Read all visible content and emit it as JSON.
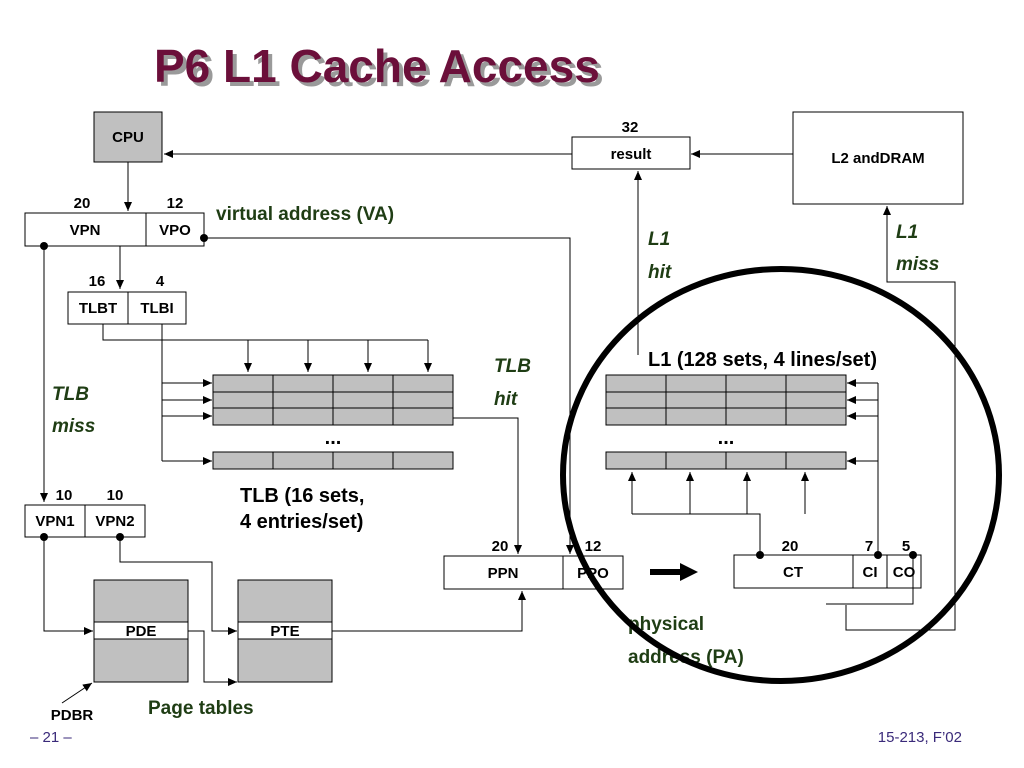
{
  "title": "P6 L1 Cache Access",
  "cpu": "CPU",
  "result": {
    "bits": "32",
    "label": "result"
  },
  "l2": "L2 andDRAM",
  "va": {
    "vpn_bits": "20",
    "vpo_bits": "12",
    "vpn": "VPN",
    "vpo": "VPO",
    "caption": "virtual address (VA)"
  },
  "tlb_index": {
    "tlbt_bits": "16",
    "tlbi_bits": "4",
    "tlbt": "TLBT",
    "tlbi": "TLBI"
  },
  "tlb_miss": [
    "TLB",
    "miss"
  ],
  "tlb_hit": [
    "TLB",
    "hit"
  ],
  "l1_hit": [
    "L1",
    "hit"
  ],
  "l1_miss": [
    "L1",
    "miss"
  ],
  "tlb_ellipsis": "...",
  "tlb_caption": [
    "TLB (16 sets,",
    "4 entries/set)"
  ],
  "vpn_split": {
    "vpn1_bits": "10",
    "vpn2_bits": "10",
    "vpn1": "VPN1",
    "vpn2": "VPN2"
  },
  "pa": {
    "ppn_bits": "20",
    "ppo_bits": "12",
    "ppn": "PPN",
    "ppo": "PPO"
  },
  "pa_fields": {
    "ct_bits": "20",
    "ci_bits": "7",
    "co_bits": "5",
    "ct": "CT",
    "ci": "CI",
    "co": "CO"
  },
  "l1_caption": "L1 (128 sets, 4 lines/set)",
  "l1_ellipsis": "...",
  "physical_address": [
    "physical",
    "address (PA)"
  ],
  "pde": "PDE",
  "pte": "PTE",
  "page_tables": "Page tables",
  "pdbr": "PDBR",
  "footer_left": "– 21 –",
  "footer_right": "15-213, F’02",
  "colors": {
    "title": "#6b0f3a",
    "title_shadow": "#9a9a9a",
    "green_text": "#1f3d14",
    "footer": "#3a2a7a",
    "gray_fill": "#c0c0c0"
  }
}
